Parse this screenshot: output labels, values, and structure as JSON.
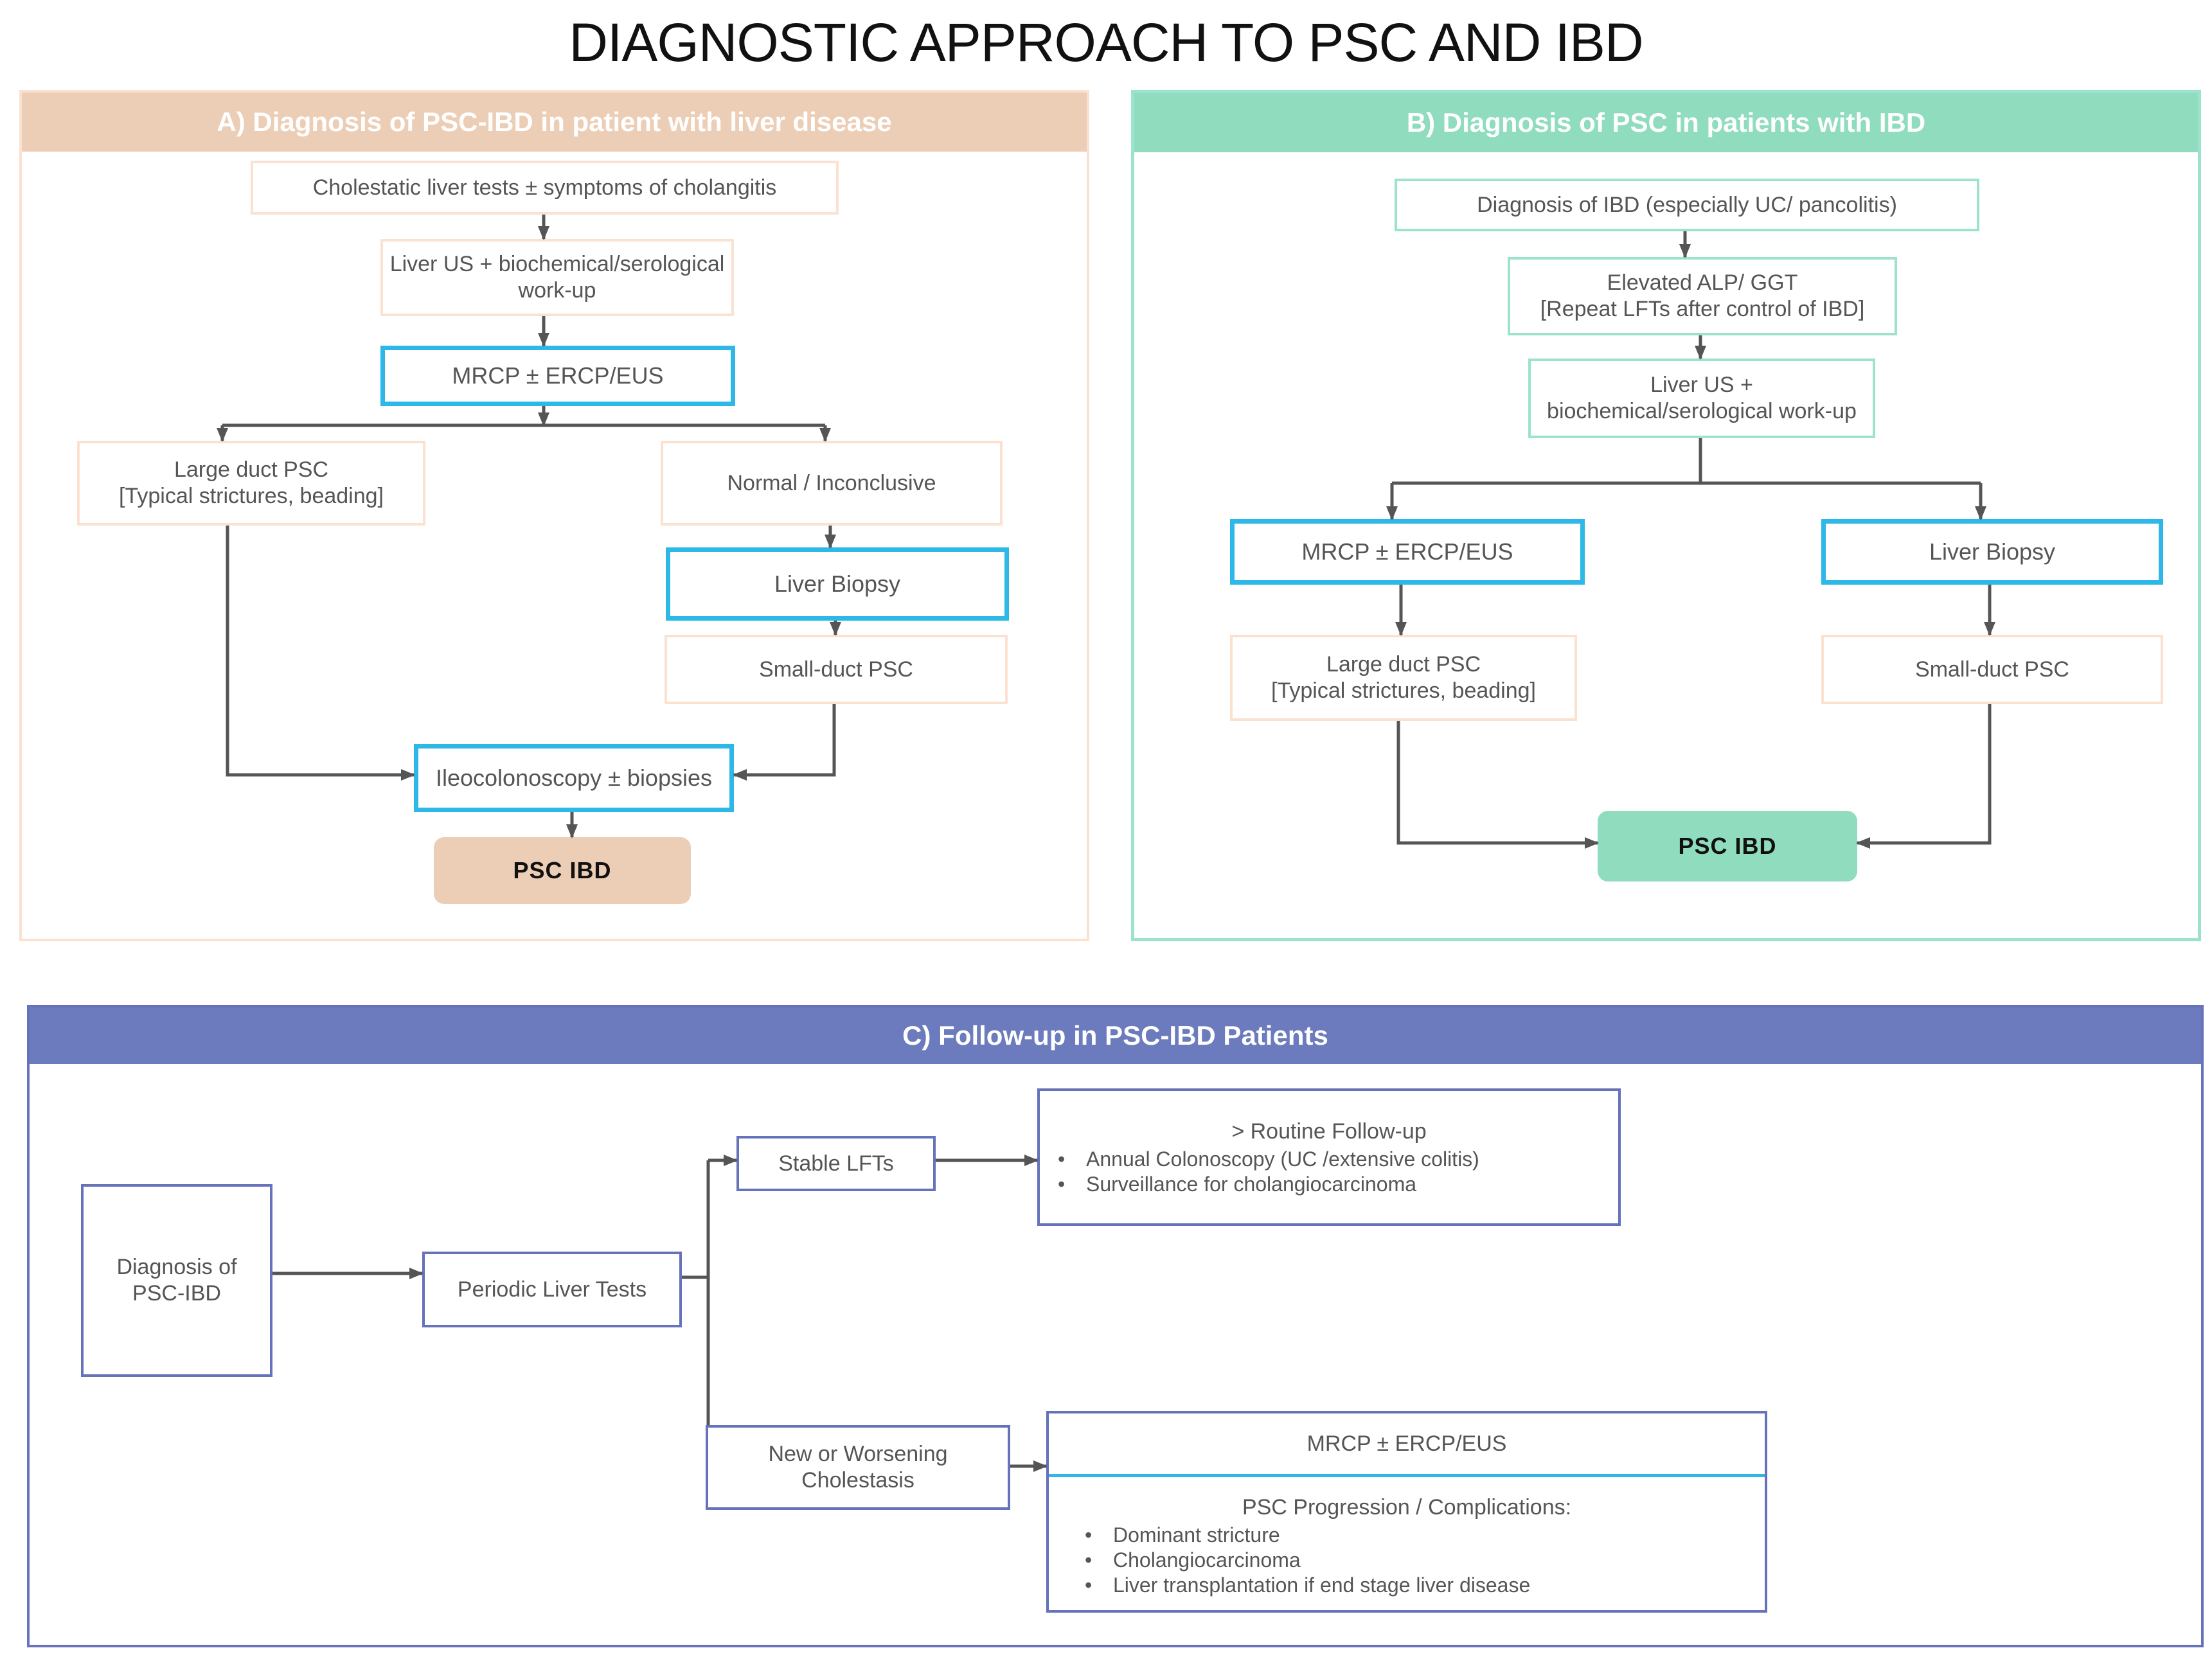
{
  "title": "DIAGNOSTIC APPROACH TO PSC AND IBD",
  "colors": {
    "peach_header": "#ecceb6",
    "peach_border": "#fbe2d0",
    "teal_header": "#8fdcbf",
    "teal_border": "#9be3cd",
    "blue_highlight": "#2eb8e8",
    "navy_header": "#6b7bbd",
    "navy_border": "#6673bb",
    "arrow": "#555555"
  },
  "panel_a": {
    "header": "A) Diagnosis of PSC-IBD in patient with liver disease",
    "nodes": {
      "cholestatic": "Cholestatic liver tests ± symptoms of cholangitis",
      "liver_us": "Liver US + biochemical/serological\nwork-up",
      "mrcp": "MRCP ± ERCP/EUS",
      "large_duct": "Large duct PSC\n[Typical strictures, beading]",
      "normal": "Normal / Inconclusive",
      "liver_biopsy": "Liver Biopsy",
      "small_duct": "Small-duct PSC",
      "ileocolonoscopy": "Ileocolonoscopy ± biopsies",
      "result": "PSC IBD"
    }
  },
  "panel_b": {
    "header": "B) Diagnosis of PSC in patients with IBD",
    "nodes": {
      "ibd_diagnosis": "Diagnosis of IBD (especially UC/ pancolitis)",
      "elevated": "Elevated ALP/ GGT\n[Repeat LFTs after control of IBD]",
      "liver_us": "Liver US +\nbiochemical/serological work-up",
      "mrcp": "MRCP ± ERCP/EUS",
      "liver_biopsy": "Liver Biopsy",
      "large_duct": "Large duct PSC\n[Typical strictures, beading]",
      "small_duct": "Small-duct PSC",
      "result": "PSC IBD"
    }
  },
  "panel_c": {
    "header": "C) Follow-up in PSC-IBD Patients",
    "nodes": {
      "diagnosis": "Diagnosis of\nPSC-IBD",
      "periodic": "Periodic Liver Tests",
      "stable": "Stable LFTs",
      "worsening": "New or Worsening\nCholestasis"
    },
    "routine": {
      "title": "> Routine Follow-up",
      "items": [
        "Annual Colonoscopy (UC /extensive colitis)",
        "Surveillance for cholangiocarcinoma"
      ]
    },
    "progression": {
      "top": "MRCP ± ERCP/EUS",
      "title": "PSC Progression / Complications:",
      "items": [
        "Dominant stricture",
        "Cholangiocarcinoma",
        "Liver transplantation if end stage liver disease"
      ]
    }
  }
}
